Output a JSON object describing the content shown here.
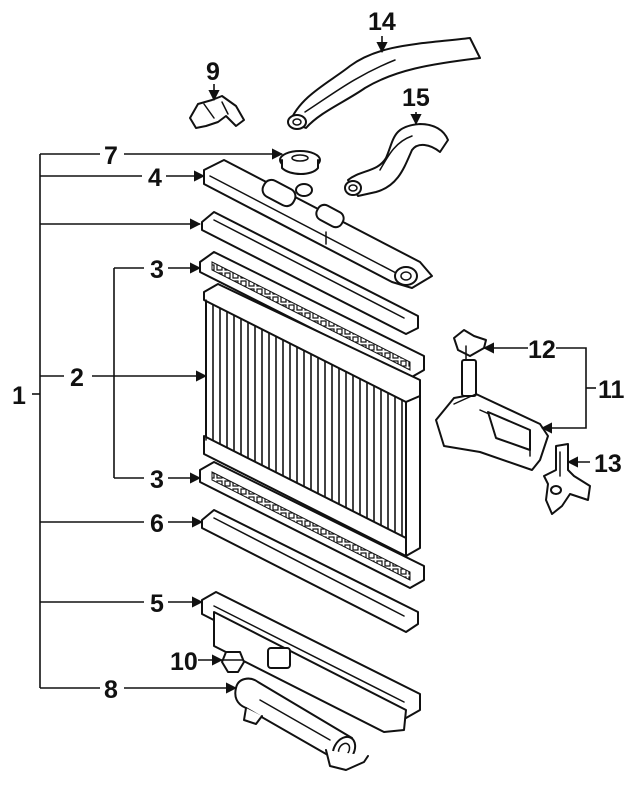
{
  "diagram": {
    "callouts": {
      "c1": "1",
      "c2": "2",
      "c3a": "3",
      "c3b": "3",
      "c4": "4",
      "c5": "5",
      "c6": "6",
      "c7": "7",
      "c8": "8",
      "c9": "9",
      "c10": "10",
      "c11": "11",
      "c12": "12",
      "c13": "13",
      "c14": "14",
      "c15": "15"
    }
  }
}
